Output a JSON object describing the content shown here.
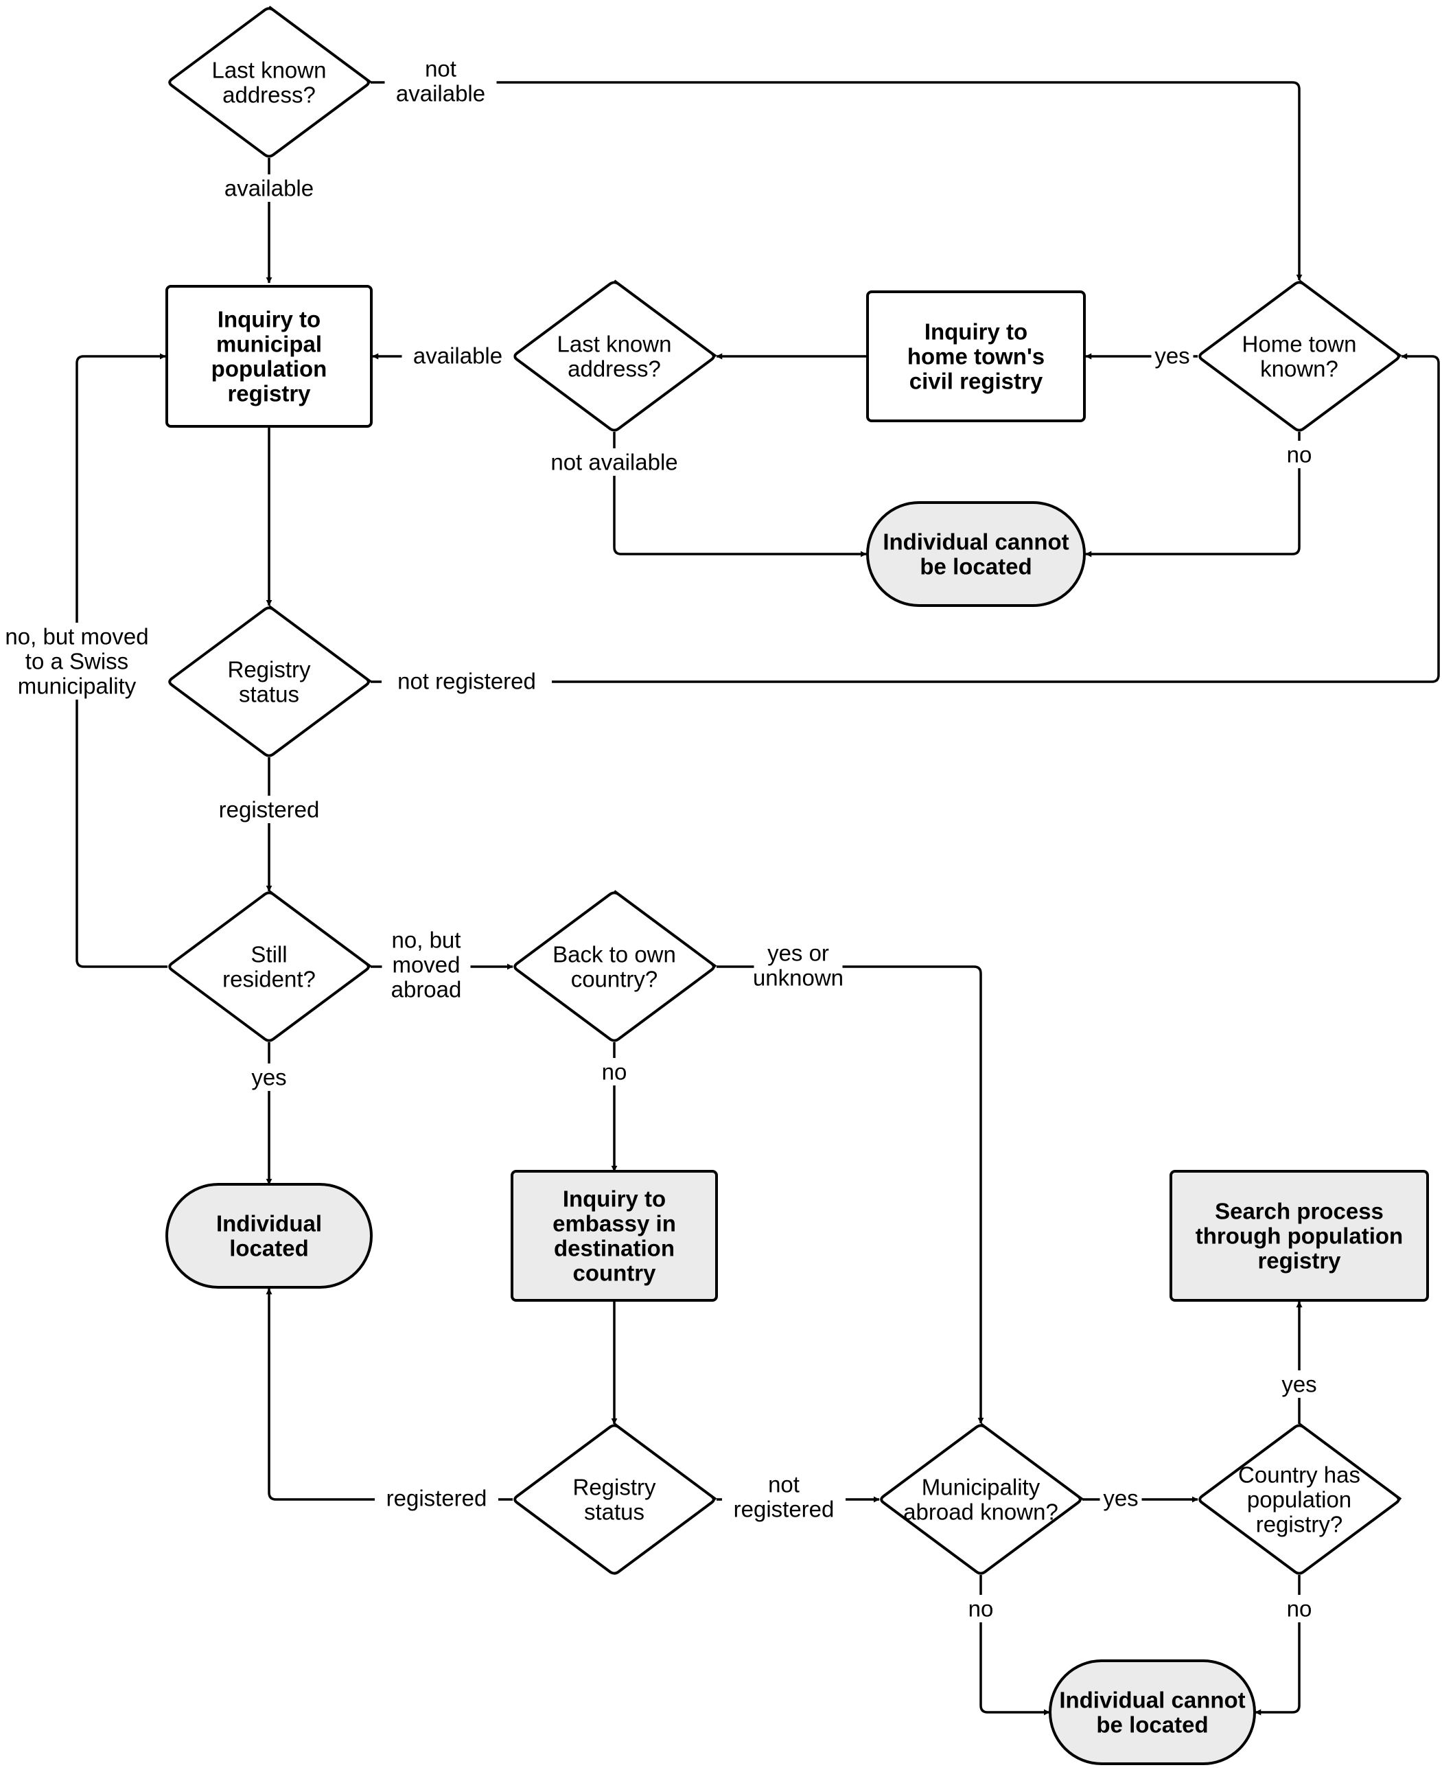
{
  "colors": {
    "stroke": "#000000",
    "plain_fill": "#ffffff",
    "shaded_fill": "#ebebeb",
    "background": "#ffffff"
  },
  "nodes": {
    "d_last_known_top": {
      "shape": "diamond",
      "fill": "plain",
      "bold": false,
      "lines": [
        "Last known",
        "address?"
      ]
    },
    "p_inquiry_municipal": {
      "shape": "rect",
      "fill": "plain",
      "bold": true,
      "lines": [
        "Inquiry to",
        "municipal",
        "population",
        "registry"
      ]
    },
    "d_last_known_mid": {
      "shape": "diamond",
      "fill": "plain",
      "bold": false,
      "lines": [
        "Last known",
        "address?"
      ]
    },
    "p_inquiry_home_civil": {
      "shape": "rect",
      "fill": "plain",
      "bold": true,
      "lines": [
        "Inquiry to",
        "home town's",
        "civil registry"
      ]
    },
    "d_home_town_known": {
      "shape": "diamond",
      "fill": "plain",
      "bold": false,
      "lines": [
        "Home town",
        "known?"
      ]
    },
    "t_cannot_locate_1": {
      "shape": "terminal",
      "fill": "shaded",
      "bold": true,
      "lines": [
        "Individual cannot",
        "be located"
      ]
    },
    "d_registry_status_1": {
      "shape": "diamond",
      "fill": "plain",
      "bold": false,
      "lines": [
        "Registry",
        "status"
      ]
    },
    "d_still_resident": {
      "shape": "diamond",
      "fill": "plain",
      "bold": false,
      "lines": [
        "Still",
        "resident?"
      ]
    },
    "d_back_to_own_country": {
      "shape": "diamond",
      "fill": "plain",
      "bold": false,
      "lines": [
        "Back to own",
        "country?"
      ]
    },
    "t_individual_located": {
      "shape": "terminal",
      "fill": "shaded",
      "bold": true,
      "lines": [
        "Individual",
        "located"
      ]
    },
    "p_inquiry_embassy": {
      "shape": "rect",
      "fill": "shaded",
      "bold": true,
      "lines": [
        "Inquiry to",
        "embassy in",
        "destination",
        "country"
      ]
    },
    "p_search_process": {
      "shape": "rect",
      "fill": "shaded",
      "bold": true,
      "lines": [
        "Search process",
        "through population",
        "registry"
      ]
    },
    "d_registry_status_2": {
      "shape": "diamond",
      "fill": "plain",
      "bold": false,
      "lines": [
        "Registry",
        "status"
      ]
    },
    "d_municipality_abroad": {
      "shape": "diamond",
      "fill": "plain",
      "bold": false,
      "lines": [
        "Municipality",
        "abroad known?"
      ]
    },
    "d_country_has_registry": {
      "shape": "diamond",
      "fill": "plain",
      "bold": false,
      "lines": [
        "Country has",
        "population",
        "registry?"
      ]
    },
    "t_cannot_locate_2": {
      "shape": "terminal",
      "fill": "shaded",
      "bold": true,
      "lines": [
        "Individual cannot",
        "be located"
      ]
    }
  },
  "edges": [
    {
      "id": "e_top_available",
      "from": "d_last_known_top",
      "to": "p_inquiry_municipal",
      "label": [
        "available"
      ]
    },
    {
      "id": "e_top_not_available",
      "from": "d_last_known_top",
      "to": "d_home_town_known",
      "label": [
        "not",
        "available"
      ]
    },
    {
      "id": "e_home_yes",
      "from": "d_home_town_known",
      "to": "p_inquiry_home_civil",
      "label": [
        "yes"
      ]
    },
    {
      "id": "e_home_no",
      "from": "d_home_town_known",
      "to": "t_cannot_locate_1",
      "label": [
        "no"
      ]
    },
    {
      "id": "e_civil_to_lastknown",
      "from": "p_inquiry_home_civil",
      "to": "d_last_known_mid",
      "label": []
    },
    {
      "id": "e_mid_available",
      "from": "d_last_known_mid",
      "to": "p_inquiry_municipal",
      "label": [
        "available"
      ]
    },
    {
      "id": "e_mid_not_available",
      "from": "d_last_known_mid",
      "to": "t_cannot_locate_1",
      "label": [
        "not available"
      ]
    },
    {
      "id": "e_municipal_to_status",
      "from": "p_inquiry_municipal",
      "to": "d_registry_status_1",
      "label": []
    },
    {
      "id": "e_status1_not_registered",
      "from": "d_registry_status_1",
      "to": "d_home_town_known",
      "label": [
        "not registered"
      ]
    },
    {
      "id": "e_status1_registered",
      "from": "d_registry_status_1",
      "to": "d_still_resident",
      "label": [
        "registered"
      ]
    },
    {
      "id": "e_resident_moved_swiss",
      "from": "d_still_resident",
      "to": "p_inquiry_municipal",
      "label": [
        "no, but moved",
        "to a Swiss",
        "municipality"
      ]
    },
    {
      "id": "e_resident_moved_abroad",
      "from": "d_still_resident",
      "to": "d_back_to_own_country",
      "label": [
        "no, but",
        "moved",
        "abroad"
      ]
    },
    {
      "id": "e_resident_yes",
      "from": "d_still_resident",
      "to": "t_individual_located",
      "label": [
        "yes"
      ]
    },
    {
      "id": "e_back_no",
      "from": "d_back_to_own_country",
      "to": "p_inquiry_embassy",
      "label": [
        "no"
      ]
    },
    {
      "id": "e_back_yes_unknown",
      "from": "d_back_to_own_country",
      "to": "d_municipality_abroad",
      "label": [
        "yes or",
        "unknown"
      ]
    },
    {
      "id": "e_embassy_to_status",
      "from": "p_inquiry_embassy",
      "to": "d_registry_status_2",
      "label": []
    },
    {
      "id": "e_status2_registered",
      "from": "d_registry_status_2",
      "to": "t_individual_located",
      "label": [
        "registered"
      ]
    },
    {
      "id": "e_status2_not_registered",
      "from": "d_registry_status_2",
      "to": "d_municipality_abroad",
      "label": [
        "not",
        "registered"
      ]
    },
    {
      "id": "e_muni_yes",
      "from": "d_municipality_abroad",
      "to": "d_country_has_registry",
      "label": [
        "yes"
      ]
    },
    {
      "id": "e_muni_no",
      "from": "d_municipality_abroad",
      "to": "t_cannot_locate_2",
      "label": [
        "no"
      ]
    },
    {
      "id": "e_country_yes",
      "from": "d_country_has_registry",
      "to": "p_search_process",
      "label": [
        "yes"
      ]
    },
    {
      "id": "e_country_no",
      "from": "d_country_has_registry",
      "to": "t_cannot_locate_2",
      "label": [
        "no"
      ]
    }
  ]
}
